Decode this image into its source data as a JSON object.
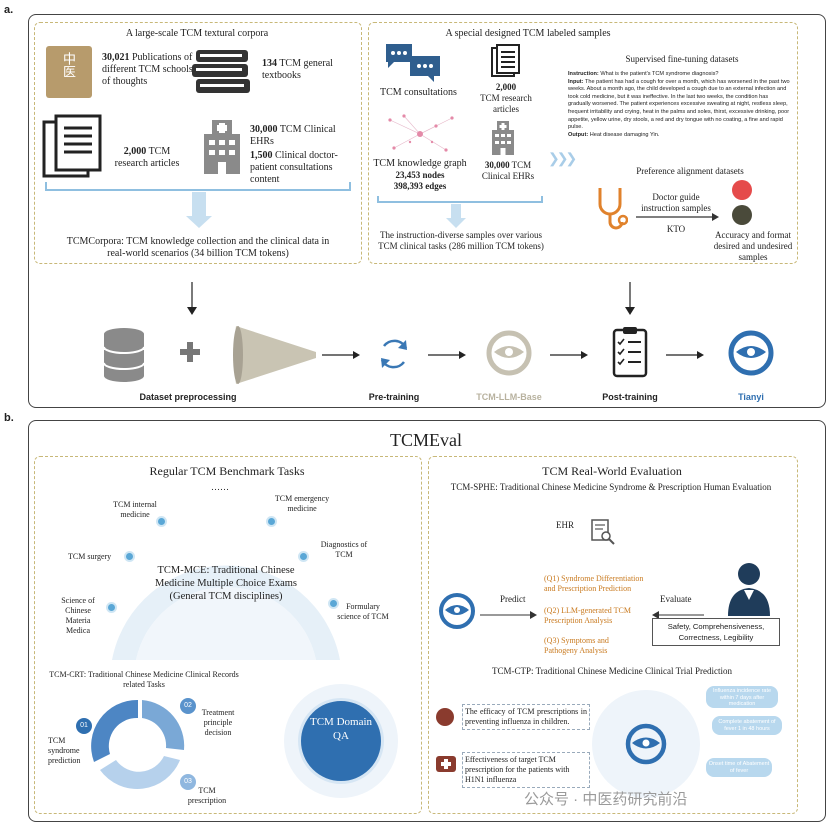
{
  "panel_a": {
    "label": "a.",
    "left": {
      "title": "A large-scale TCM textural corpora",
      "pub_count": "30,021",
      "pub_text": "Publications of different TCM schools of thoughts",
      "textbooks_count": "134",
      "textbooks_text": "TCM general textbooks",
      "articles_count": "2,000",
      "articles_text": "TCM research articles",
      "ehr_count": "30,000",
      "ehr_text": "TCM Clinical EHRs",
      "consult_count": "1,500",
      "consult_text": "Clinical doctor-patient consultations content",
      "summary": "TCMCorpora: TCM knowledge collection and the clinical data in real-world scenarios (34 billion TCM tokens)",
      "book_glyph": "中医"
    },
    "right": {
      "title": "A special designed TCM labeled samples",
      "consult_label": "TCM consultations",
      "articles_count": "2,000",
      "articles_text": "TCM research articles",
      "kg_title": "TCM knowledge graph",
      "kg_nodes": "23,453 nodes",
      "kg_edges": "398,393 edges",
      "ehr_count": "30,000",
      "ehr_text": "TCM Clinical EHRs",
      "summary": "The instruction-diverse samples over various TCM clinical tasks (286 million TCM tokens)",
      "sft_title": "Supervised fine-tuning datasets",
      "instruction_label": "Instruction:",
      "instruction_text": "What is the patient's TCM syndrome diagnosis?",
      "input_label": "Input:",
      "input_text": "The patient has had a cough for over a month, which has worsened in the past two weeks. About a month ago, the child developed a cough due to an external infection and took cold medicine, but it was ineffective. In the last two weeks, the condition has gradually worsened. The patient experiences excessive sweating at night, restless sleep, frequent irritability and crying, heat in the palms and soles, thirst, excessive drinking, poor appetite, yellow urine, dry stools, a red and dry tongue with no coating, a fine and rapid pulse.",
      "output_label": "Output:",
      "output_text": "Heat disease damaging Yin.",
      "pref_title": "Preference alignment datasets",
      "doctor_guide": "Doctor guide instruction samples",
      "kto": "KTO",
      "accuracy": "Accuracy and format desired and undesired samples"
    },
    "pipeline": {
      "dataset_preprocessing": "Dataset preprocessing",
      "pre_training": "Pre-training",
      "base_model": "TCM-LLM-Base",
      "post_training": "Post-training",
      "final_model": "Tianyi"
    }
  },
  "panel_b": {
    "label": "b.",
    "title": "TCMEval",
    "left": {
      "title": "Regular TCM Benchmark Tasks",
      "ellipsis": "……",
      "arc_items": [
        "TCM internal medicine",
        "TCM emergency medicine",
        "TCM surgery",
        "Diagnostics of TCM",
        "Science of Chinese Materia Medica",
        "Formulary science of TCM"
      ],
      "mce": "TCM-MCE: Traditional Chinese Medicine Multiple Choice Exams (General TCM disciplines)",
      "crt_title": "TCM-CRT: Traditional Chinese Medicine Clinical Records related Tasks",
      "crt_items": [
        {
          "num": "01",
          "label": "TCM syndrome prediction"
        },
        {
          "num": "02",
          "label": "Treatment principle decision"
        },
        {
          "num": "03",
          "label": "TCM prescription"
        }
      ],
      "qa": "TCM Domain QA"
    },
    "right": {
      "title": "TCM Real-World Evaluation",
      "sphe": "TCM-SPHE: Traditional Chinese Medicine Syndrome & Prescription Human Evaluation",
      "ehr": "EHR",
      "predict": "Predict",
      "evaluate": "Evaluate",
      "q1": "(Q1) Syndrome Differentiation and Prescription Prediction",
      "q2": "(Q2) LLM-generated TCM Prescription Analysis",
      "q3": "(Q3) Symptoms and Pathogeny Analysis",
      "criteria": "Safety, Comprehensiveness, Correctness, Legibility",
      "ctp": "TCM-CTP: Traditional Chinese Medicine Clinical Trial Prediction",
      "trial1": "The efficacy of TCM prescriptions in preventing influenza in children.",
      "trial2": "Effectiveness of target TCM prescription for the patients with H1N1 influenza",
      "outcome1": "Influenza incidence rate within 7 days after medication",
      "outcome2": "Complete abatement of fever 1 in 48 hours",
      "outcome3": "Onset time of Abatement of fever"
    },
    "watermark": "公众号 · 中医药研究前沿"
  },
  "colors": {
    "brand_blue": "#2f6fb0",
    "light_blue": "#5aa7d6",
    "gold_border": "#c8b878",
    "orange_text": "#c97a1f",
    "gray_icon": "#6b6b6b"
  }
}
